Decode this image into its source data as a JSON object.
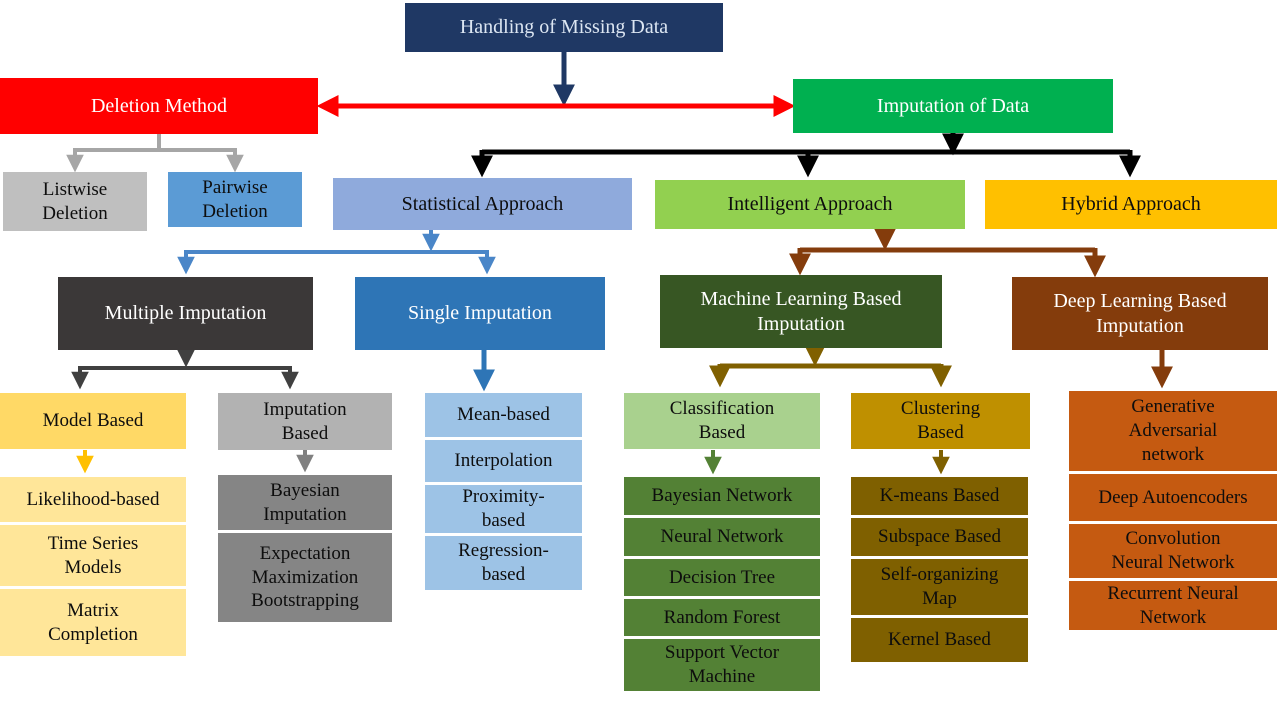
{
  "diagram_title": "Handling of Missing Data",
  "palette": {
    "root_navy": "#1f3864",
    "deletion_red": "#ff0000",
    "imputation_green": "#00b050",
    "listwise_gray": "#bfbfbf",
    "pairwise_blue": "#5b9bd5",
    "statistical_periwinkle": "#8faadc",
    "intelligent_light_green": "#92d050",
    "hybrid_gold": "#ffc000",
    "multiple_imputation_charcoal": "#3b3838",
    "single_imputation_blue": "#2e75b6",
    "ml_imputation_dark_green": "#375623",
    "dl_imputation_brown": "#843c0c",
    "model_based_yellow": "#ffd966",
    "model_children_light_yellow": "#ffe699",
    "imputation_based_gray": "#b2b2b2",
    "imputation_children_dark_gray": "#858585",
    "single_children_light_blue": "#9dc3e6",
    "classification_pale_green": "#a9d18e",
    "classification_children_green": "#538135",
    "clustering_dark_gold": "#bf9000",
    "clustering_children_olive": "#7f6000",
    "dl_children_orange": "#c55a11",
    "connector_black": "#000000",
    "connector_red": "#ff0000",
    "connector_gray": "#a6a6a6",
    "connector_blue": "#4a86c8",
    "connector_brown": "#843c0c",
    "connector_charcoal": "#404040",
    "connector_olive": "#806000"
  },
  "nodes": {
    "root": "Handling of Missing Data",
    "deletion_method": "Deletion Method",
    "imputation_of_data": "Imputation of Data",
    "listwise_deletion": "Listwise\nDeletion",
    "pairwise_deletion": "Pairwise\nDeletion",
    "statistical_approach": "Statistical Approach",
    "intelligent_approach": "Intelligent Approach",
    "hybrid_approach": "Hybrid Approach",
    "multiple_imputation": "Multiple Imputation",
    "single_imputation": "Single Imputation",
    "machine_learning_based_imputation": "Machine Learning Based\nImputation",
    "deep_learning_based_imputation": "Deep Learning Based\nImputation",
    "model_based": "Model Based",
    "likelihood_based": "Likelihood-based",
    "time_series_models": "Time Series\nModels",
    "matrix_completion": "Matrix\nCompletion",
    "imputation_based": "Imputation\nBased",
    "bayesian_imputation": "Bayesian\nImputation",
    "expectation_maximization_bootstrapping": "Expectation\nMaximization\nBootstrapping",
    "mean_based": "Mean-based",
    "interpolation": "Interpolation",
    "proximity_based": "Proximity-\nbased",
    "regression_based": "Regression-\nbased",
    "classification_based": "Classification\nBased",
    "bayesian_network": "Bayesian Network",
    "neural_network": "Neural Network",
    "decision_tree": "Decision Tree",
    "random_forest": "Random Forest",
    "support_vector_machine": "Support Vector\nMachine",
    "clustering_based": "Clustering\nBased",
    "kmeans_based": "K-means Based",
    "subspace_based": "Subspace Based",
    "self_organizing_map": "Self-organizing\nMap",
    "kernel_based": "Kernel Based",
    "generative_adversarial_network": "Generative\nAdversarial\nnetwork",
    "deep_autoencoders": "Deep Autoencoders",
    "convolution_neural_network": "Convolution\nNeural Network",
    "recurrent_neural_network": "Recurrent Neural\nNetwork"
  }
}
